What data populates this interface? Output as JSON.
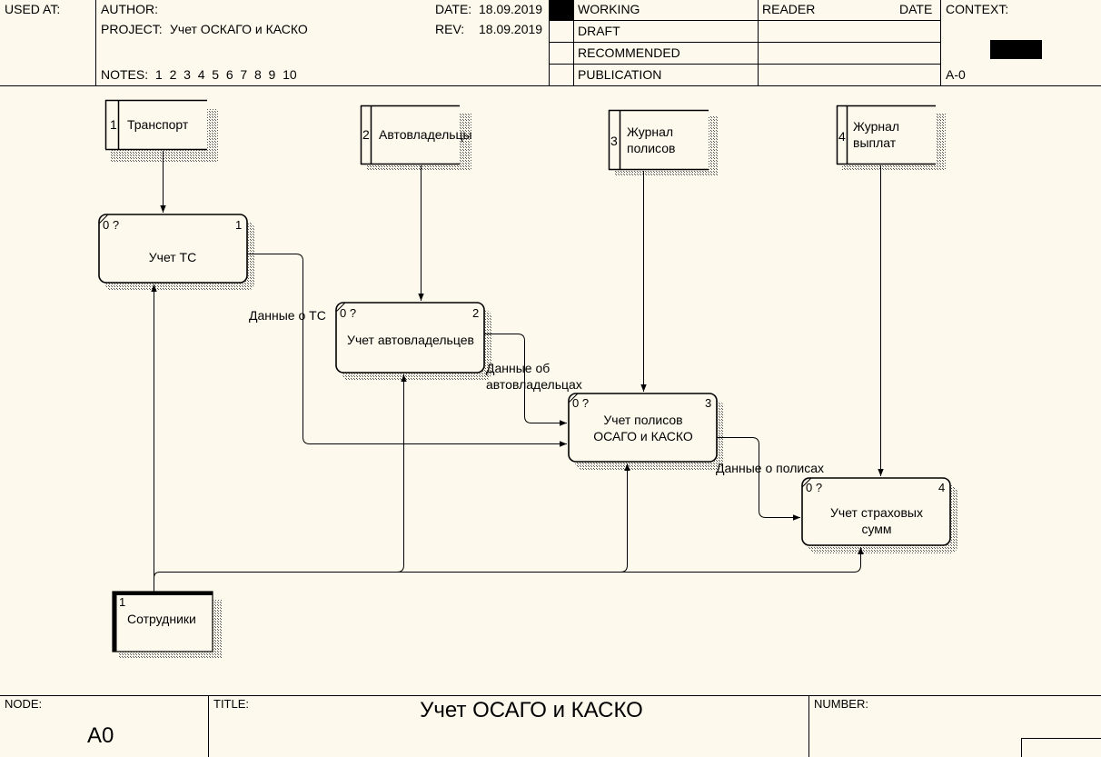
{
  "header": {
    "used_at_label": "USED AT:",
    "author_label": "AUTHOR:",
    "project_label": "PROJECT:",
    "project_value": "Учет ОСКАГО и КАСКО",
    "date_label": "DATE:",
    "date_value": "18.09.2019",
    "rev_label": "REV:",
    "rev_value": "18.09.2019",
    "notes_label": "NOTES:",
    "notes_numbers": "1  2  3  4  5  6  7  8  9  10",
    "status_working": "WORKING",
    "status_draft": "DRAFT",
    "status_recommended": "RECOMMENDED",
    "status_publication": "PUBLICATION",
    "reader_label": "READER",
    "reader_date_label": "DATE",
    "context_label": "CONTEXT:",
    "context_node": "A-0"
  },
  "tunnels": [
    {
      "num": "1",
      "label": "Транспорт"
    },
    {
      "num": "2",
      "label": "Автовладельцы"
    },
    {
      "num": "3",
      "label": "Журнал полисов"
    },
    {
      "num": "4",
      "label": "Журнал выплат"
    }
  ],
  "activities": [
    {
      "cost": "0 ?",
      "num": "1",
      "label": "Учет ТС"
    },
    {
      "cost": "0 ?",
      "num": "2",
      "label": "Учет автовладельцев"
    },
    {
      "cost": "0 ?",
      "num": "3",
      "label": "Учет полисов ОСАГО и КАСКО"
    },
    {
      "cost": "0 ?",
      "num": "4",
      "label": "Учет страховых сумм"
    }
  ],
  "mechanism": {
    "num": "1",
    "label": "Сотрудники"
  },
  "arrow_labels": {
    "a1": "Данные о ТС",
    "a2_line1": "Данные об",
    "a2_line2": "автовладельцах",
    "a3": "Данные о полисах"
  },
  "footer": {
    "node_label": "NODE:",
    "node_value": "A0",
    "title_label": "TITLE:",
    "title_value": "Учет ОСАГО и КАСКО",
    "number_label": "NUMBER:"
  }
}
